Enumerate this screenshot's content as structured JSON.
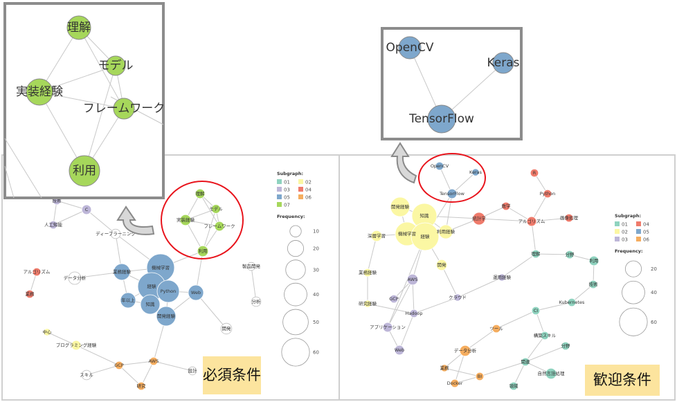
{
  "colors": {
    "01": "#8fd3bf",
    "02": "#fbf7a3",
    "03": "#bdb6d8",
    "04": "#ef7b6b",
    "05": "#7ea7cc",
    "06": "#f5ad5f",
    "07": "#a6d75b",
    "none": "#ffffff",
    "highlight": "#e8141c",
    "tag_bg": "#fce49e"
  },
  "left": {
    "tag": "必須条件",
    "legend": {
      "subgraph_title": "Subgraph:",
      "groups": [
        "01",
        "02",
        "03",
        "04",
        "05",
        "06",
        "07"
      ],
      "frequency_title": "Frequency:",
      "freqs": [
        10,
        20,
        30,
        40,
        50,
        60
      ]
    },
    "nodes": [
      {
        "id": "gijutsu",
        "label": "技術",
        "group": "03",
        "freq": 5
      },
      {
        "id": "c",
        "label": "C",
        "group": "03",
        "freq": 7
      },
      {
        "id": "ai",
        "label": "人工知能",
        "group": "03",
        "freq": 5
      },
      {
        "id": "dl",
        "label": "ディープラーニング",
        "group": "none",
        "freq": 7
      },
      {
        "id": "rikai",
        "label": "理解",
        "group": "07",
        "freq": 7
      },
      {
        "id": "model",
        "label": "モデル",
        "group": "07",
        "freq": 6
      },
      {
        "id": "jisso",
        "label": "実装経験",
        "group": "07",
        "freq": 9
      },
      {
        "id": "fw",
        "label": "フレームワーク",
        "group": "07",
        "freq": 7
      },
      {
        "id": "riyo",
        "label": "利用",
        "group": "07",
        "freq": 9
      },
      {
        "id": "ml",
        "label": "機械学習",
        "group": "05",
        "freq": 59
      },
      {
        "id": "gyomukeiken",
        "label": "業務経験",
        "group": "05",
        "freq": 21
      },
      {
        "id": "keiken",
        "label": "経験",
        "group": "05",
        "freq": 59
      },
      {
        "id": "python",
        "label": "Python",
        "group": "05",
        "freq": 38
      },
      {
        "id": "web",
        "label": "Web",
        "group": "05",
        "freq": 18
      },
      {
        "id": "nenijo",
        "label": "年以上",
        "group": "05",
        "freq": 18
      },
      {
        "id": "chishiki",
        "label": "知識",
        "group": "05",
        "freq": 29
      },
      {
        "id": "kaihatsukeiken",
        "label": "開発経験",
        "group": "05",
        "freq": 29
      },
      {
        "id": "dataanalysis",
        "label": "データ分析",
        "group": "none",
        "freq": 12
      },
      {
        "id": "algo",
        "label": "アルゴリズム",
        "group": "04",
        "freq": 5
      },
      {
        "id": "gyomu",
        "label": "業務",
        "group": "04",
        "freq": 5
      },
      {
        "id": "seihin",
        "label": "製品開発",
        "group": "none",
        "freq": 5
      },
      {
        "id": "bunseki",
        "label": "分析",
        "group": "none",
        "freq": 7
      },
      {
        "id": "kaihatsu",
        "label": "開発",
        "group": "none",
        "freq": 9
      },
      {
        "id": "chushin",
        "label": "中心",
        "group": "02",
        "freq": 4
      },
      {
        "id": "prog",
        "label": "プログラミング経験",
        "group": "02",
        "freq": 7
      },
      {
        "id": "gcp",
        "label": "GCP",
        "group": "06",
        "freq": 5
      },
      {
        "id": "aws",
        "label": "AWS",
        "group": "06",
        "freq": 5
      },
      {
        "id": "sekkei",
        "label": "設計",
        "group": "none",
        "freq": 5
      },
      {
        "id": "skill",
        "label": "スキル",
        "group": "none",
        "freq": 7
      },
      {
        "id": "kenkyu",
        "label": "研究",
        "group": "06",
        "freq": 5
      }
    ],
    "edges": [
      [
        "gijutsu",
        "c"
      ],
      [
        "gijutsu",
        "ai"
      ],
      [
        "c",
        "ai"
      ],
      [
        "c",
        "dl"
      ],
      [
        "dl",
        "ml"
      ],
      [
        "dl",
        "gyomukeiken"
      ],
      [
        "rikai",
        "model"
      ],
      [
        "rikai",
        "jisso"
      ],
      [
        "rikai",
        "fw"
      ],
      [
        "model",
        "jisso"
      ],
      [
        "model",
        "fw"
      ],
      [
        "model",
        "riyo"
      ],
      [
        "jisso",
        "fw"
      ],
      [
        "jisso",
        "riyo"
      ],
      [
        "fw",
        "riyo"
      ],
      [
        "riyo",
        "ml"
      ],
      [
        "riyo",
        "web"
      ],
      [
        "ml",
        "gyomukeiken"
      ],
      [
        "ml",
        "keiken"
      ],
      [
        "ml",
        "python"
      ],
      [
        "gyomukeiken",
        "keiken"
      ],
      [
        "gyomukeiken",
        "nenijo"
      ],
      [
        "keiken",
        "python"
      ],
      [
        "keiken",
        "nenijo"
      ],
      [
        "keiken",
        "chishiki"
      ],
      [
        "python",
        "web"
      ],
      [
        "python",
        "chishiki"
      ],
      [
        "python",
        "kaihatsukeiken"
      ],
      [
        "chishiki",
        "nenijo"
      ],
      [
        "chishiki",
        "kaihatsukeiken"
      ],
      [
        "web",
        "kaihatsukeiken"
      ],
      [
        "web",
        "kaihatsu"
      ],
      [
        "dataanalysis",
        "gyomukeiken"
      ],
      [
        "algo",
        "gyomu"
      ],
      [
        "seihin",
        "bunseki"
      ],
      [
        "chushin",
        "prog"
      ],
      [
        "prog",
        "gcp"
      ],
      [
        "gcp",
        "aws"
      ],
      [
        "gcp",
        "skill"
      ],
      [
        "gcp",
        "kenkyu"
      ],
      [
        "aws",
        "kenkyu"
      ],
      [
        "aws",
        "sekkei"
      ],
      [
        "aws",
        "kaihatsukeiken"
      ]
    ],
    "inset": {
      "nodes": [
        {
          "id": "rikai",
          "label": "理解"
        },
        {
          "id": "model",
          "label": "モデル"
        },
        {
          "id": "jisso",
          "label": "実装経験"
        },
        {
          "id": "fw",
          "label": "フレームワーク"
        },
        {
          "id": "riyo",
          "label": "利用"
        }
      ],
      "edges": [
        [
          "rikai",
          "model"
        ],
        [
          "rikai",
          "jisso"
        ],
        [
          "rikai",
          "fw"
        ],
        [
          "model",
          "jisso"
        ],
        [
          "model",
          "fw"
        ],
        [
          "model",
          "riyo"
        ],
        [
          "jisso",
          "fw"
        ],
        [
          "jisso",
          "riyo"
        ],
        [
          "fw",
          "riyo"
        ]
      ]
    }
  },
  "right": {
    "tag": "歓迎条件",
    "legend": {
      "subgraph_title": "Subgraph:",
      "groups": [
        "01",
        "04",
        "02",
        "05",
        "03",
        "06"
      ],
      "frequency_title": "Frequency:",
      "freqs": [
        20,
        40,
        60
      ]
    },
    "nodes": [
      {
        "id": "opencv",
        "label": "OpenCV",
        "group": "05",
        "freq": 5
      },
      {
        "id": "keras",
        "label": "Keras",
        "group": "05",
        "freq": 4
      },
      {
        "id": "tf",
        "label": "TensorFlow",
        "group": "05",
        "freq": 7
      },
      {
        "id": "r",
        "label": "R",
        "group": "04",
        "freq": 5
      },
      {
        "id": "python",
        "label": "Python",
        "group": "04",
        "freq": 5
      },
      {
        "id": "sugaku",
        "label": "数学",
        "group": "04",
        "freq": 5
      },
      {
        "id": "toukei",
        "label": "統計学",
        "group": "04",
        "freq": 12
      },
      {
        "id": "algo",
        "label": "アルゴリズム",
        "group": "04",
        "freq": 7
      },
      {
        "id": "gazo",
        "label": "画像処理",
        "group": "04",
        "freq": 5
      },
      {
        "id": "kaihatsukeiken",
        "label": "開発経験",
        "group": "02",
        "freq": 29
      },
      {
        "id": "chishiki",
        "label": "知識",
        "group": "02",
        "freq": 48
      },
      {
        "id": "ml",
        "label": "機械学習",
        "group": "02",
        "freq": 43
      },
      {
        "id": "keiken",
        "label": "経験",
        "group": "02",
        "freq": 59
      },
      {
        "id": "riyokeiken",
        "label": "利用経験",
        "group": "02",
        "freq": 15
      },
      {
        "id": "shinso",
        "label": "深層学習",
        "group": "02",
        "freq": 9
      },
      {
        "id": "kaihatsu",
        "label": "開発",
        "group": "02",
        "freq": 9
      },
      {
        "id": "gyomukeiken",
        "label": "業務経験",
        "group": "02",
        "freq": 5
      },
      {
        "id": "kenkyukeiken",
        "label": "研究経験",
        "group": "02",
        "freq": 4
      },
      {
        "id": "aws",
        "label": "AWS",
        "group": "03",
        "freq": 9
      },
      {
        "id": "gcp",
        "label": "GCP",
        "group": "03",
        "freq": 5
      },
      {
        "id": "hadoop",
        "label": "Hadoop",
        "group": "03",
        "freq": 5
      },
      {
        "id": "app",
        "label": "アプリケーション",
        "group": "03",
        "freq": 7
      },
      {
        "id": "web",
        "label": "Web",
        "group": "03",
        "freq": 7
      },
      {
        "id": "cloud",
        "label": "クラウド",
        "group": "03",
        "freq": 4
      },
      {
        "id": "unyo",
        "label": "運用経験",
        "group": "03",
        "freq": 4
      },
      {
        "id": "rikai",
        "label": "理解",
        "group": "01",
        "freq": 5
      },
      {
        "id": "bunya1",
        "label": "分野",
        "group": "01",
        "freq": 5
      },
      {
        "id": "riyo",
        "label": "利用",
        "group": "01",
        "freq": 7
      },
      {
        "id": "gijutsu",
        "label": "技術",
        "group": "01",
        "freq": 5
      },
      {
        "id": "k8s",
        "label": "Kubernetes",
        "group": "01",
        "freq": 5
      },
      {
        "id": "ci",
        "label": "CI",
        "group": "01",
        "freq": 5
      },
      {
        "id": "tool",
        "label": "ツール",
        "group": "06",
        "freq": 5
      },
      {
        "id": "kochiku",
        "label": "構築スキル",
        "group": "01",
        "freq": 5
      },
      {
        "id": "bunya2",
        "label": "分野",
        "group": "01",
        "freq": 5
      },
      {
        "id": "dataanalysis",
        "label": "データ分析",
        "group": "06",
        "freq": 9
      },
      {
        "id": "kanren",
        "label": "関連",
        "group": "01",
        "freq": 5
      },
      {
        "id": "gyomu",
        "label": "業務",
        "group": "06",
        "freq": 4
      },
      {
        "id": "bi",
        "label": "BI",
        "group": "06",
        "freq": 5
      },
      {
        "id": "nlp",
        "label": "自然言語処理",
        "group": "01",
        "freq": 9
      },
      {
        "id": "docker",
        "label": "Docker",
        "group": "06",
        "freq": 5
      },
      {
        "id": "ryoiki",
        "label": "領域",
        "group": "01",
        "freq": 5
      }
    ],
    "edges": [
      [
        "opencv",
        "tf"
      ],
      [
        "keras",
        "tf"
      ],
      [
        "tf",
        "keiken"
      ],
      [
        "tf",
        "riyokeiken"
      ],
      [
        "r",
        "python"
      ],
      [
        "python",
        "algo"
      ],
      [
        "sugaku",
        "toukei"
      ],
      [
        "sugaku",
        "algo"
      ],
      [
        "toukei",
        "algo"
      ],
      [
        "algo",
        "gazo"
      ],
      [
        "toukei",
        "riyokeiken"
      ],
      [
        "chishiki",
        "toukei"
      ],
      [
        "kaihatsukeiken",
        "chishiki"
      ],
      [
        "kaihatsukeiken",
        "ml"
      ],
      [
        "chishiki",
        "ml"
      ],
      [
        "chishiki",
        "keiken"
      ],
      [
        "chishiki",
        "riyokeiken"
      ],
      [
        "ml",
        "keiken"
      ],
      [
        "ml",
        "shinso"
      ],
      [
        "keiken",
        "riyokeiken"
      ],
      [
        "keiken",
        "kaihatsu"
      ],
      [
        "shinso",
        "gyomukeiken"
      ],
      [
        "gyomukeiken",
        "kenkyukeiken"
      ],
      [
        "kenkyukeiken",
        "hadoop"
      ],
      [
        "keiken",
        "aws"
      ],
      [
        "keiken",
        "app"
      ],
      [
        "kaihatsu",
        "cloud"
      ],
      [
        "aws",
        "gcp"
      ],
      [
        "aws",
        "hadoop"
      ],
      [
        "aws",
        "app"
      ],
      [
        "hadoop",
        "web"
      ],
      [
        "hadoop",
        "cloud"
      ],
      [
        "app",
        "web"
      ],
      [
        "cloud",
        "unyo"
      ],
      [
        "unyo",
        "rikai"
      ],
      [
        "algo",
        "rikai"
      ],
      [
        "rikai",
        "bunya1"
      ],
      [
        "bunya1",
        "riyo"
      ],
      [
        "riyo",
        "gijutsu"
      ],
      [
        "gijutsu",
        "k8s"
      ],
      [
        "k8s",
        "ci"
      ],
      [
        "ci",
        "tool"
      ],
      [
        "ci",
        "kochiku"
      ],
      [
        "kochiku",
        "kanren"
      ],
      [
        "bunya2",
        "kanren"
      ],
      [
        "tool",
        "dataanalysis"
      ],
      [
        "dataanalysis",
        "gyomu"
      ],
      [
        "dataanalysis",
        "docker"
      ],
      [
        "gyomu",
        "bi"
      ],
      [
        "docker",
        "bi"
      ],
      [
        "bi",
        "kanren"
      ],
      [
        "kanren",
        "nlp"
      ],
      [
        "kanren",
        "ryoiki"
      ]
    ],
    "inset": {
      "nodes": [
        {
          "id": "opencv",
          "label": "OpenCV"
        },
        {
          "id": "keras",
          "label": "Keras"
        },
        {
          "id": "tf",
          "label": "TensorFlow"
        }
      ],
      "edges": [
        [
          "opencv",
          "tf"
        ],
        [
          "keras",
          "tf"
        ]
      ]
    }
  }
}
